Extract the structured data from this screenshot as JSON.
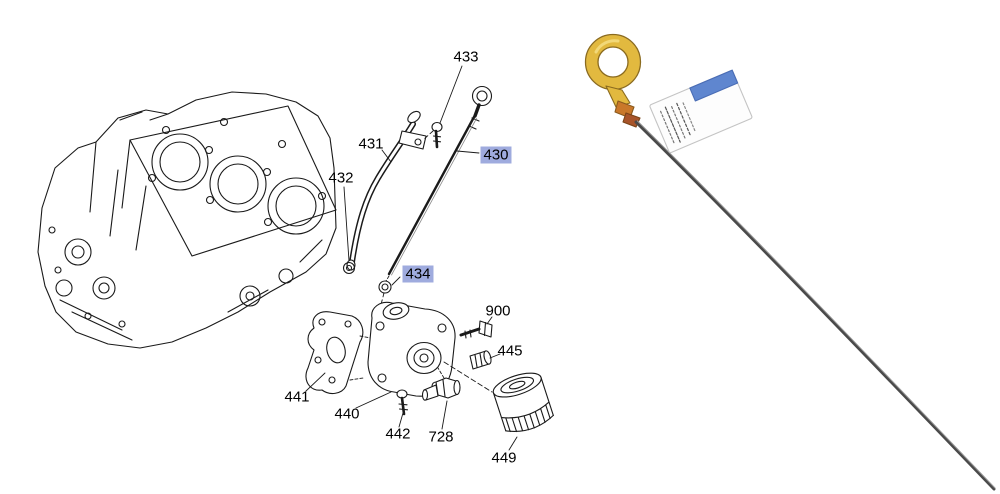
{
  "diagram": {
    "name": "engine-oil-filter-adapter-and-dipstick-exploded-diagram",
    "highlight_color": "#9FABDE",
    "line_color": "#1a1a1a",
    "callouts": [
      {
        "label": "433",
        "highlighted": false
      },
      {
        "label": "431",
        "highlighted": false
      },
      {
        "label": "430",
        "highlighted": true
      },
      {
        "label": "432",
        "highlighted": false
      },
      {
        "label": "434",
        "highlighted": true
      },
      {
        "label": "900",
        "highlighted": false
      },
      {
        "label": "445",
        "highlighted": false
      },
      {
        "label": "441",
        "highlighted": false
      },
      {
        "label": "440",
        "highlighted": false
      },
      {
        "label": "442",
        "highlighted": false
      },
      {
        "label": "728",
        "highlighted": false
      },
      {
        "label": "449",
        "highlighted": false
      }
    ]
  },
  "photo": {
    "name": "engine-oil-dipstick-product-photo",
    "handle_ring_color": "#E2B93F",
    "collar_band_color": "#C9782A",
    "rod_color": "#4a4a4a",
    "tag_color": "#fdfdfd",
    "tag_stripe_color": "#5F86CF"
  }
}
